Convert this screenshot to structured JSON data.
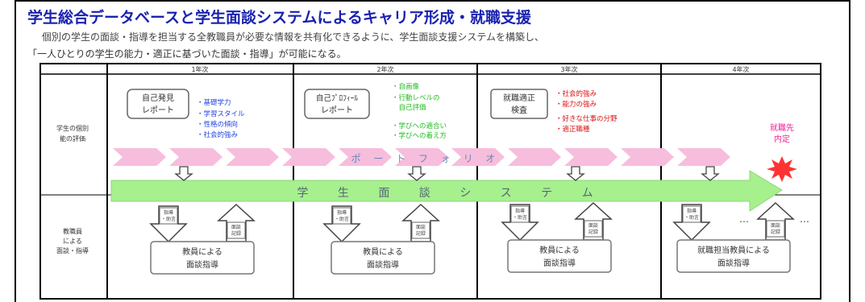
{
  "title": "学生総合データベースと学生面談システムによるキャリア形成・就職支援",
  "subtitle_line1": "個別の学生の面談・指導を担当する全教職員が必要な情報を共有化できるように、学生面談支援システムを構築し、",
  "subtitle_line2": "「一人ひとりの学生の能力・適正に基づいた面談・指導」が可能になる。",
  "years": [
    "1年次",
    "2年次",
    "3年次",
    "4年次"
  ],
  "row_labels": {
    "evaluation": [
      "学生の個別",
      "能の評価"
    ],
    "guidance": [
      "教職員",
      "による",
      "面談・指導"
    ]
  },
  "col1": {
    "report": [
      "自己発見",
      "レポート"
    ],
    "items": [
      "・基礎学力",
      "・学習スタイル",
      "・性格の傾向",
      "・社会的強み"
    ]
  },
  "col2": {
    "report": [
      "自己ﾌﾟﾛﾌｨｰﾙ",
      "レポート"
    ],
    "items": [
      "・自画像",
      "・行動レベルの",
      "　自己評価",
      "・学びへの適合い",
      "・学びへの着え方"
    ]
  },
  "col3": {
    "report": [
      "就職適正",
      "検査"
    ],
    "items": [
      "・社会的強み",
      "・能力の強み",
      "・好きな仕事の分野",
      "・適正職種"
    ]
  },
  "col4": {
    "goal": [
      "就職先",
      "内定"
    ]
  },
  "portfolio_label": "ポ ー ト フ ォ リ オ",
  "system_label": "学 生 面 談 シ ス テ ム",
  "small_box_labels": {
    "down": [
      "指導",
      "・助言"
    ],
    "up": [
      "面談",
      "記録"
    ]
  },
  "guidance_boxes": [
    [
      "教員による",
      "面談指導"
    ],
    [
      "教員による",
      "面談指導"
    ],
    [
      "教員による",
      "面談指導"
    ],
    [
      "就職担当教員による",
      "面談指導"
    ]
  ],
  "ellipsis": "…",
  "colors": {
    "title": "#1a22b0",
    "col1_items": "#2244dd",
    "col2_items": "#22bb22",
    "col3_items": "#dd1111",
    "goal": "#ee2299",
    "portfolio_band": "#f7bddc",
    "system_band": "#a6f08e",
    "burst": "#ff3333"
  }
}
